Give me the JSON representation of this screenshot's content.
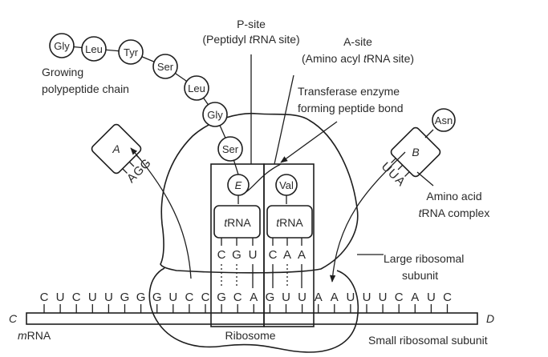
{
  "labels": {
    "p_site_title": "P-site",
    "p_site_desc_pre": "(Peptidyl ",
    "p_site_desc_it": "t",
    "p_site_desc_post": "RNA site)",
    "a_site_title": "A-site",
    "a_site_desc_pre": "(Amino acyl ",
    "a_site_desc_it": "t",
    "a_site_desc_post": "RNA site)",
    "transferase_line1": "Transferase enzyme",
    "transferase_line2": "forming peptide bond",
    "growing_line1": "Growing",
    "growing_line2": "polypeptide chain",
    "aa_trna_line1": "Amino acid",
    "aa_trna_line2_it": "t",
    "aa_trna_line2_post": "RNA complex",
    "large_subunit_line1": "Large ribosomal",
    "large_subunit_line2": "subunit",
    "small_subunit": "Small ribosomal subunit",
    "ribosome": "Ribosome",
    "mrna_it": "m",
    "mrna_post": "RNA",
    "end_left": "C",
    "end_right": "D",
    "box_a": "A",
    "box_b": "B",
    "trna_it": "t",
    "trna_post": "RNA"
  },
  "polypeptide_chain": [
    "Gly",
    "Leu",
    "Tyr",
    "Ser",
    "Leu",
    "Gly",
    "Ser"
  ],
  "p_site": {
    "amino_acid": "E",
    "anticodon": [
      "C",
      "G",
      "U"
    ],
    "pairing": [
      "dotted",
      "dotted",
      "solid"
    ]
  },
  "a_site": {
    "amino_acid": "Val",
    "anticodon": [
      "C",
      "A",
      "A"
    ],
    "pairing": [
      "solid",
      "dotted",
      "solid"
    ]
  },
  "trna_a": {
    "label": "A",
    "anticodon": [
      "A",
      "G",
      "G"
    ]
  },
  "trna_b": {
    "label": "B",
    "amino_acid": "Asn",
    "anticodon": [
      "U",
      "U",
      "A"
    ]
  },
  "mrna_sequence": [
    "C",
    "U",
    "C",
    "U",
    "U",
    "G",
    "G",
    "G",
    "U",
    "C",
    "C",
    "G",
    "C",
    "A",
    "G",
    "U",
    "U",
    "A",
    "A",
    "U",
    "U",
    "U",
    "C",
    "A",
    "U",
    "C"
  ]
}
